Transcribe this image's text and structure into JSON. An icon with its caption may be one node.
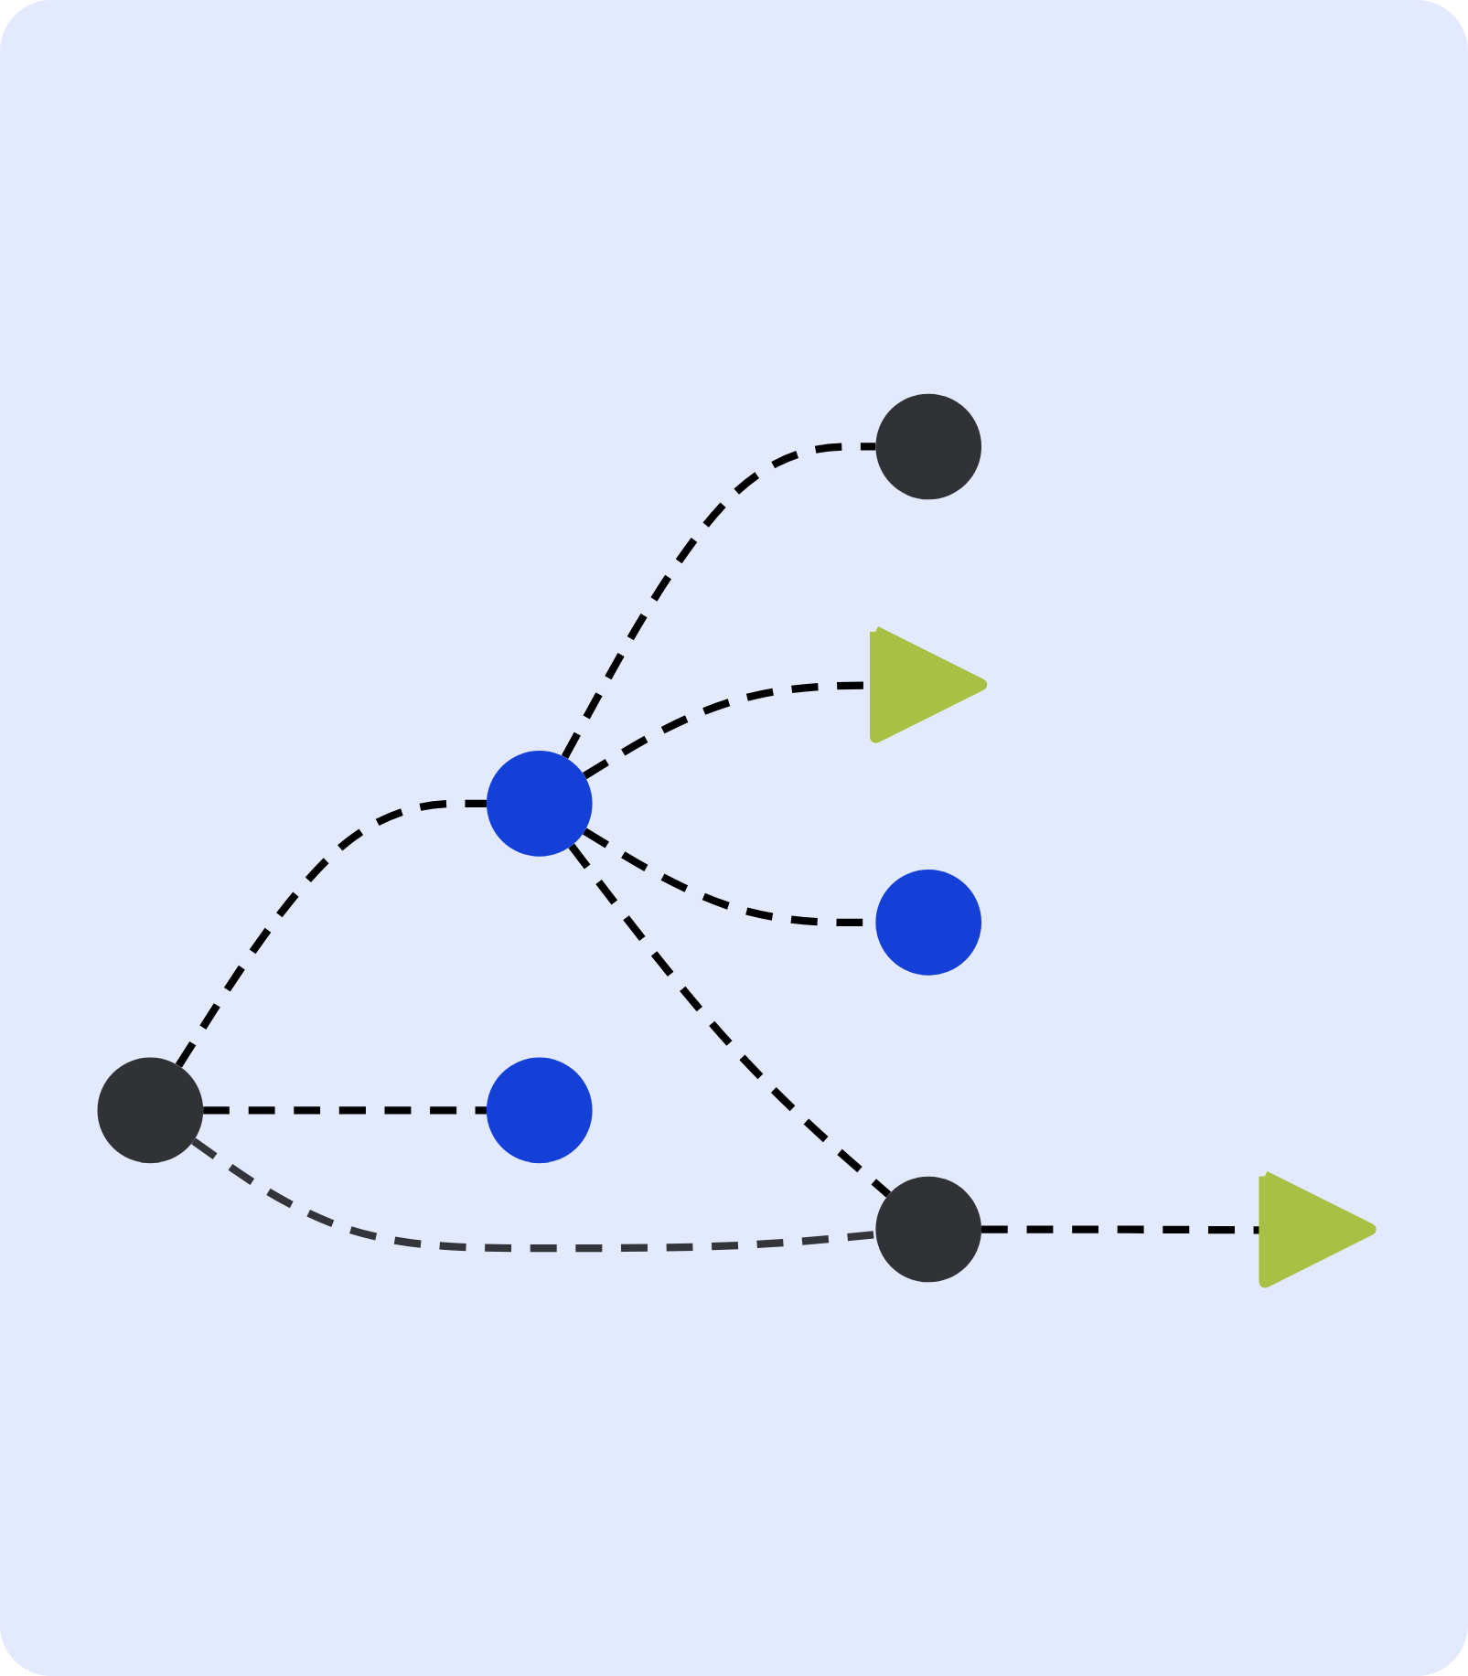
{
  "diagram": {
    "nodes": [
      {
        "text": [],
        "shape": "circle"
      },
      {
        "text": [],
        "shape": "triangle"
      },
      {
        "text": [],
        "shape": "circle"
      },
      {
        "text": [],
        "shape": "circle"
      },
      {
        "text": [],
        "shape": "circle"
      },
      {
        "text": [],
        "shape": "circle"
      },
      {
        "text": [],
        "shape": "circle"
      },
      {
        "text": [],
        "shape": "triangle"
      }
    ],
    "edges": [
      {
        "from": 3,
        "to": 4,
        "arrow": "none",
        "style": "dashed"
      },
      {
        "from": 3,
        "to": 0,
        "arrow": "none",
        "style": "dashed"
      },
      {
        "from": 3,
        "to": 6,
        "arrow": "none",
        "style": "dashed",
        "color": "#33353a"
      },
      {
        "from": 4,
        "to": 2,
        "arrow": "none",
        "style": "dashed"
      },
      {
        "from": 4,
        "to": 1,
        "arrow": "none",
        "style": "dashed"
      },
      {
        "from": 4,
        "to": 5,
        "arrow": "none",
        "style": "dashed"
      },
      {
        "from": 4,
        "to": 6,
        "arrow": "none",
        "style": "dashed"
      },
      {
        "from": 6,
        "to": 7,
        "arrow": "none",
        "style": "dashed"
      }
    ]
  }
}
